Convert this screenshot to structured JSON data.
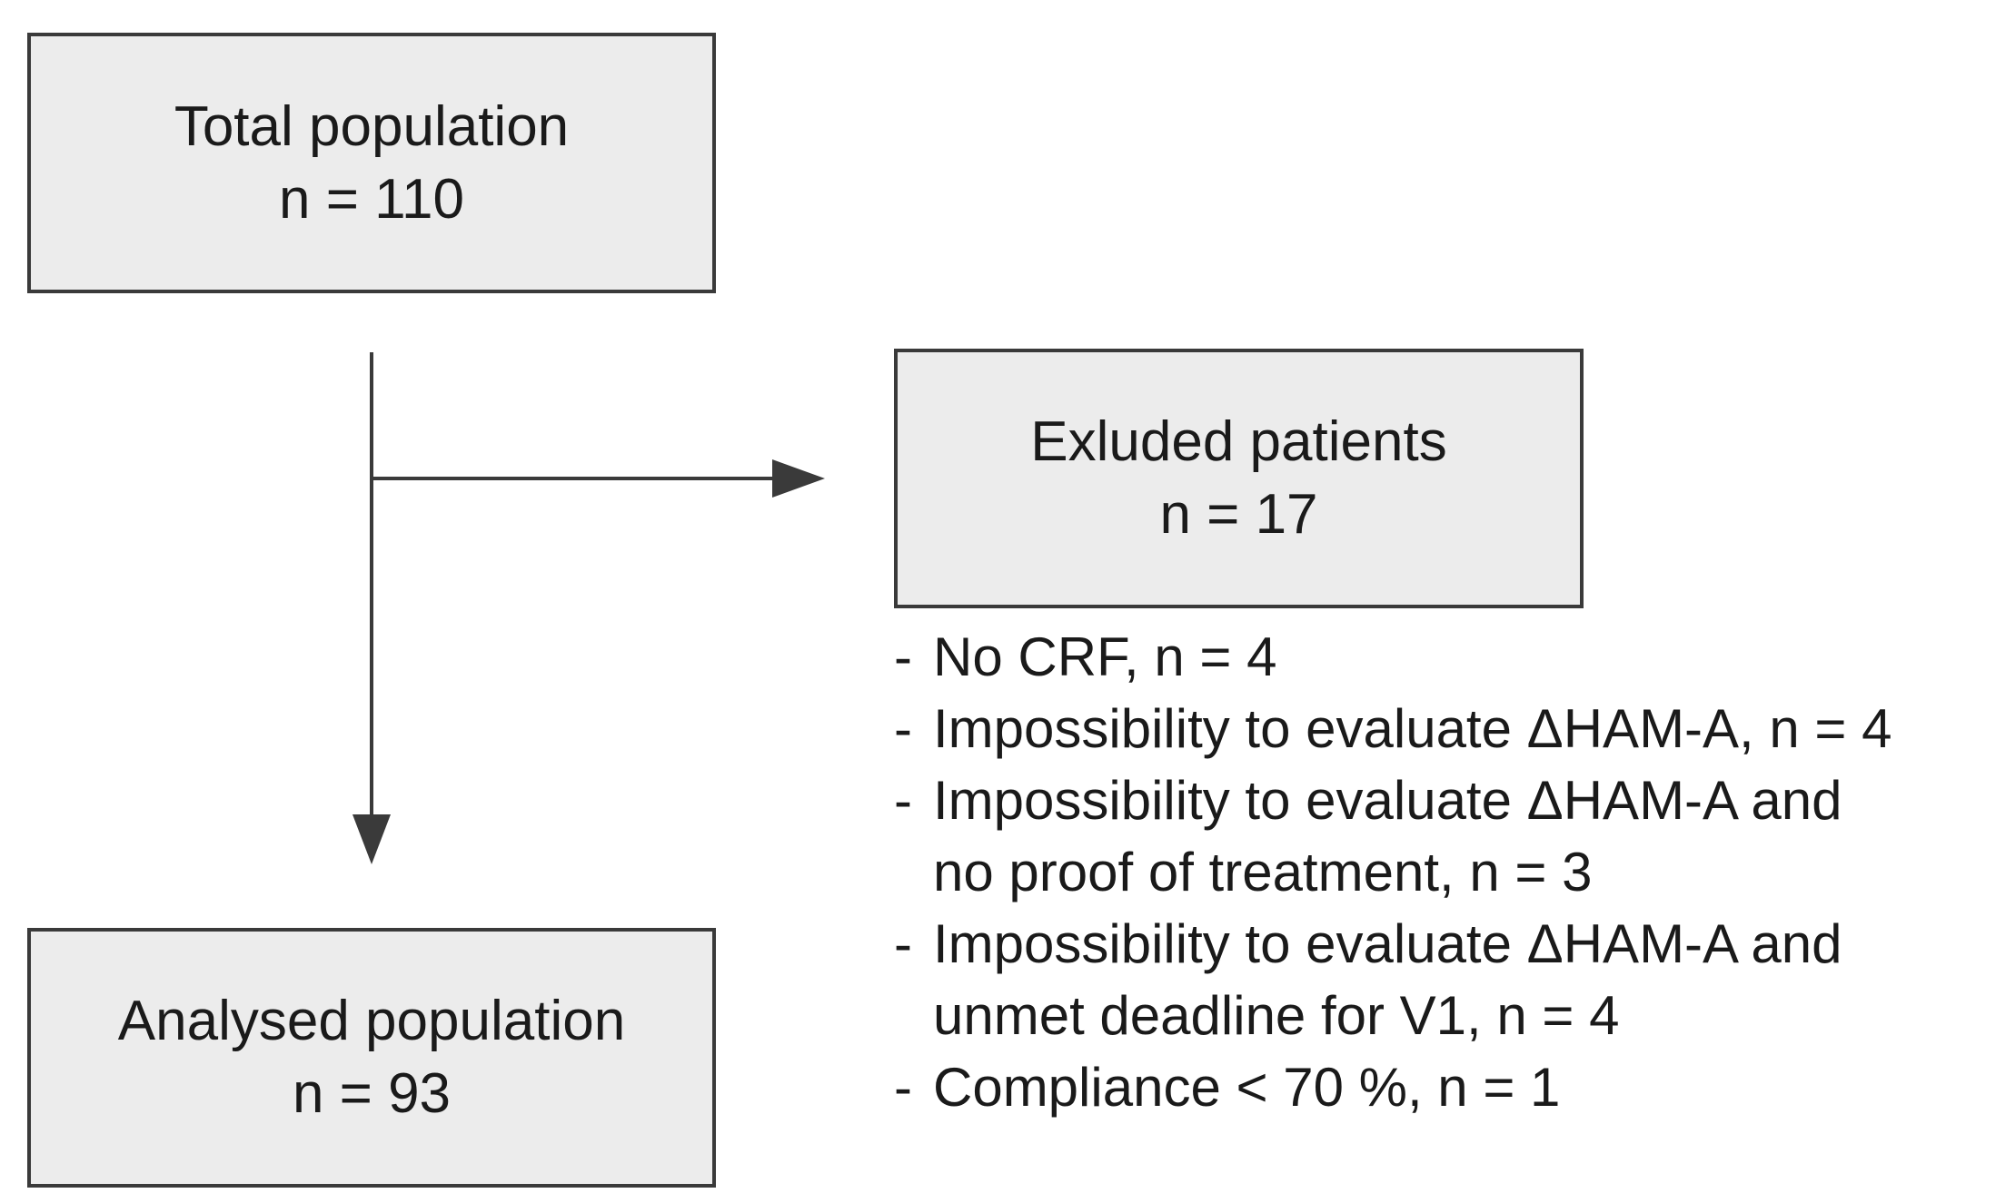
{
  "boxes": {
    "total": {
      "title": "Total population",
      "count": "n = 110"
    },
    "excluded": {
      "title": "Exluded patients",
      "count": "n = 17"
    },
    "analysed": {
      "title": "Analysed population",
      "count": "n = 93"
    }
  },
  "exclusion_reasons": [
    {
      "lines": [
        "No CRF, n = 4"
      ]
    },
    {
      "lines": [
        "Impossibility to evaluate ΔHAM-A, n = 4"
      ]
    },
    {
      "lines": [
        "Impossibility to evaluate ΔHAM-A and",
        "no proof of treatment, n = 3"
      ]
    },
    {
      "lines": [
        "Impossibility to evaluate ΔHAM-A and",
        "unmet deadline for V1, n = 4"
      ]
    },
    {
      "lines": [
        "Compliance < 70 %, n = 1"
      ]
    }
  ],
  "colors": {
    "box_fill": "#ececec",
    "stroke": "#3a3a3a"
  }
}
